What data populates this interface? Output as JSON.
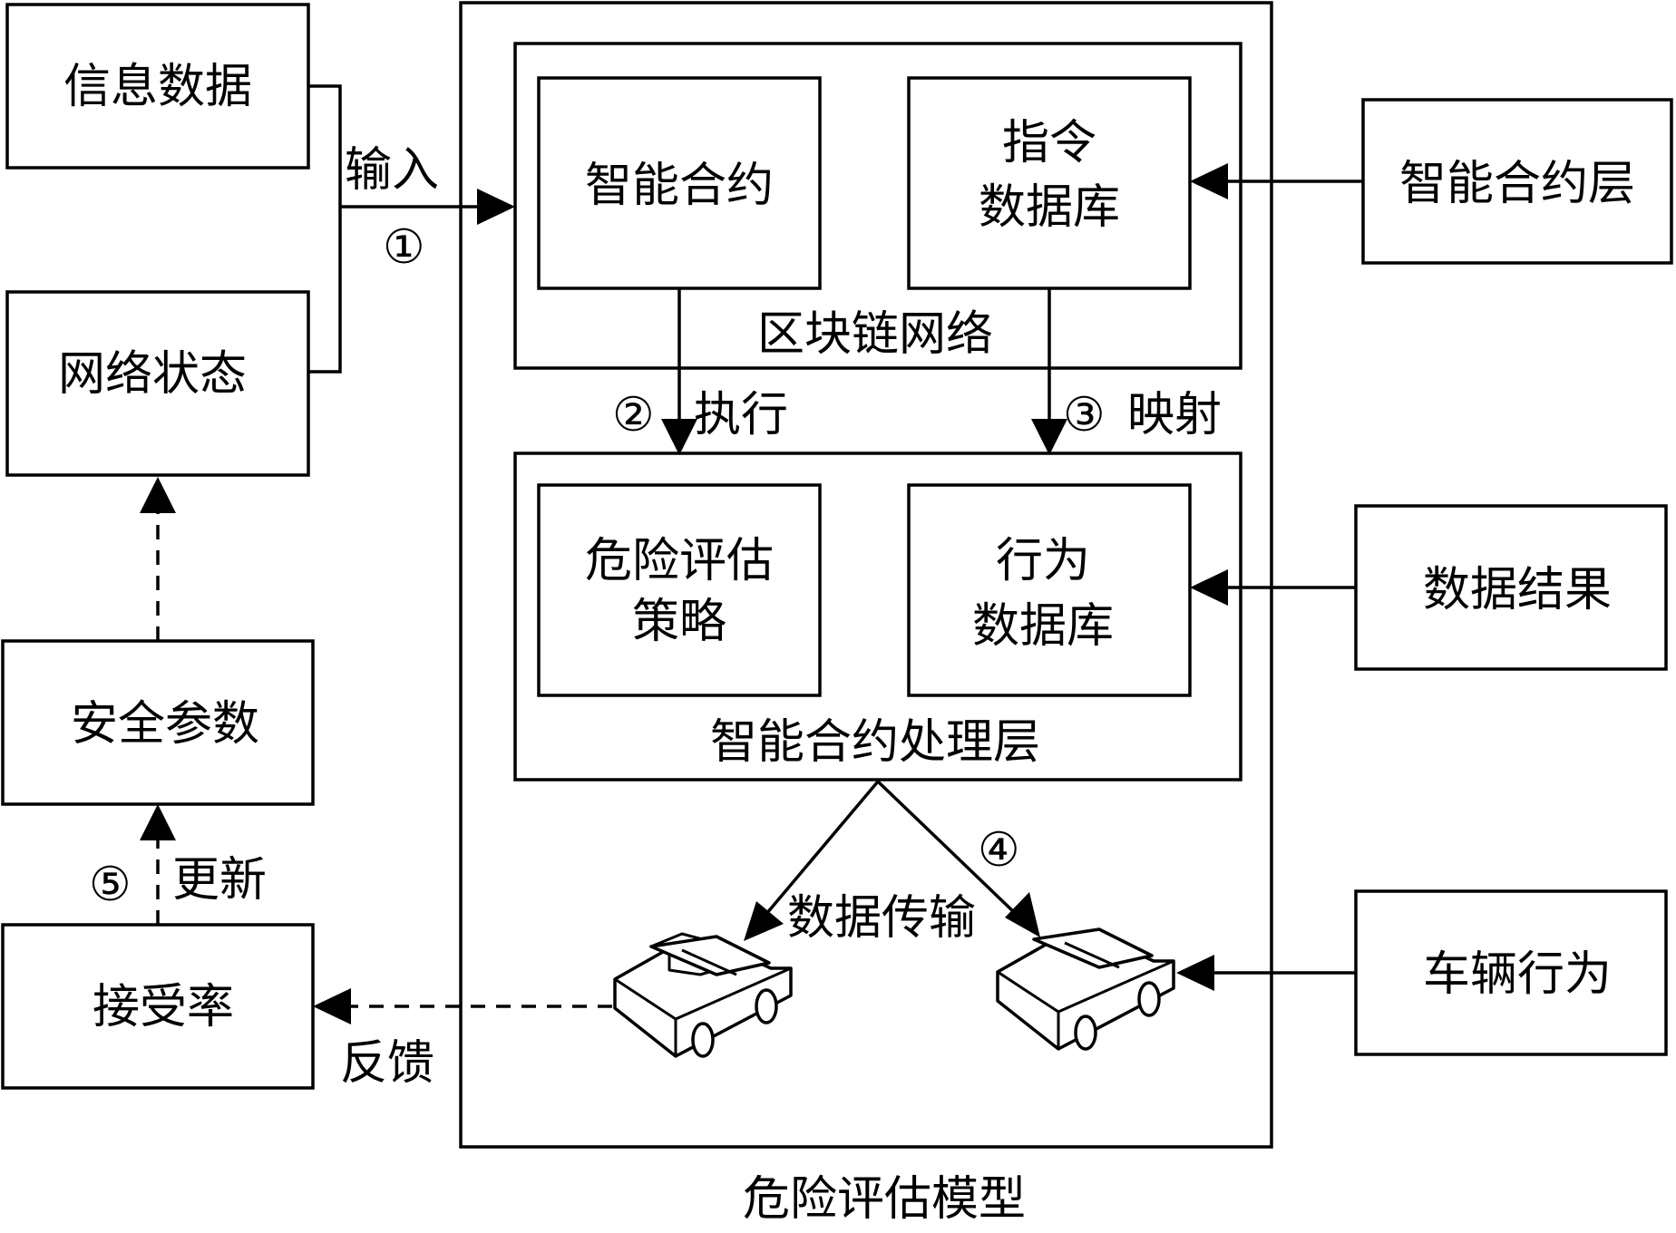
{
  "boxes": {
    "info_data": "信息数据",
    "network_state": "网络状态",
    "security_params": "安全参数",
    "acceptance_rate": "接受率",
    "smart_contract": "智能合约",
    "instruction_db_line1": "指令",
    "instruction_db_line2": "数据库",
    "risk_strategy_line1": "危险评估",
    "risk_strategy_line2": "策略",
    "behavior_db_line1": "行为",
    "behavior_db_line2": "数据库",
    "smart_contract_layer": "智能合约层",
    "data_result": "数据结果",
    "vehicle_behavior": "车辆行为"
  },
  "groups": {
    "blockchain_network": "区块链网络",
    "processing_layer": "智能合约处理层",
    "risk_model": "危险评估模型"
  },
  "steps": {
    "input_label": "输入",
    "step1": "①",
    "step2": "②",
    "execute_label": "执行",
    "step3": "③",
    "map_label": "映射",
    "step4": "④",
    "transmit_label": "数据传输",
    "step5": "⑤",
    "update_label": "更新",
    "feedback_label": "反馈"
  },
  "icons": [
    "car-icon-left",
    "car-icon-right"
  ]
}
